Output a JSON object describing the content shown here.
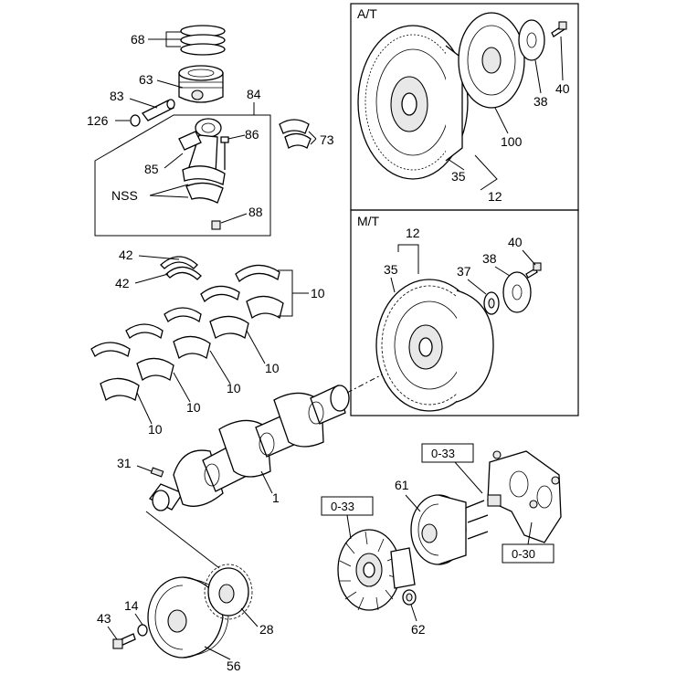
{
  "panels": {
    "at": "A/T",
    "mt": "M/T"
  },
  "labels": {
    "p68": "68",
    "p63": "63",
    "p83": "83",
    "p126": "126",
    "p84": "84",
    "p86": "86",
    "p73": "73",
    "p85": "85",
    "pnss": "NSS",
    "p88": "88",
    "p42a": "42",
    "p42b": "42",
    "p10a": "10",
    "p10b": "10",
    "p10c": "10",
    "p10d": "10",
    "p10e": "10",
    "p31": "31",
    "p1": "1",
    "at40": "40",
    "at38": "38",
    "at100": "100",
    "at35": "35",
    "at12": "12",
    "mt12": "12",
    "mt40": "40",
    "mt35": "35",
    "mt37": "37",
    "mt38": "38",
    "ref033a": "0-33",
    "ref033b": "0-33",
    "ref030": "0-30",
    "p61": "61",
    "p62": "62",
    "p43": "43",
    "p14": "14",
    "p28": "28",
    "p56": "56"
  }
}
